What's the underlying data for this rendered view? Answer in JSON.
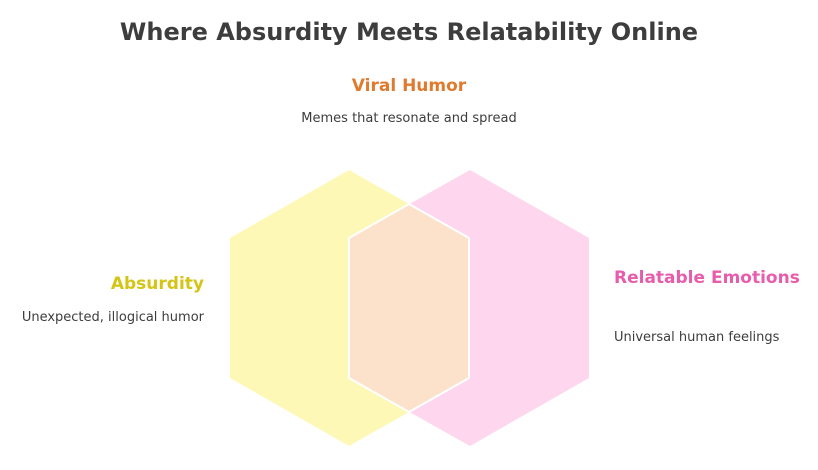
{
  "title": "Where Absurdity Meets Relatability Online",
  "center": {
    "heading": "Viral Humor",
    "description": "Memes that resonate and spread"
  },
  "left": {
    "heading": "Absurdity",
    "description": "Unexpected, illogical humor"
  },
  "right": {
    "heading": "Relatable Emotions",
    "description": "Universal human feelings"
  },
  "colors": {
    "title": "#3d3d3d",
    "viral_heading": "#e07b2e",
    "absurdity_heading": "#d4c416",
    "relatable_heading": "#e85cac",
    "absurdity_fill": "#fef8b6",
    "relatable_fill": "#fed6ee",
    "overlap_fill": "#fde2cb"
  }
}
